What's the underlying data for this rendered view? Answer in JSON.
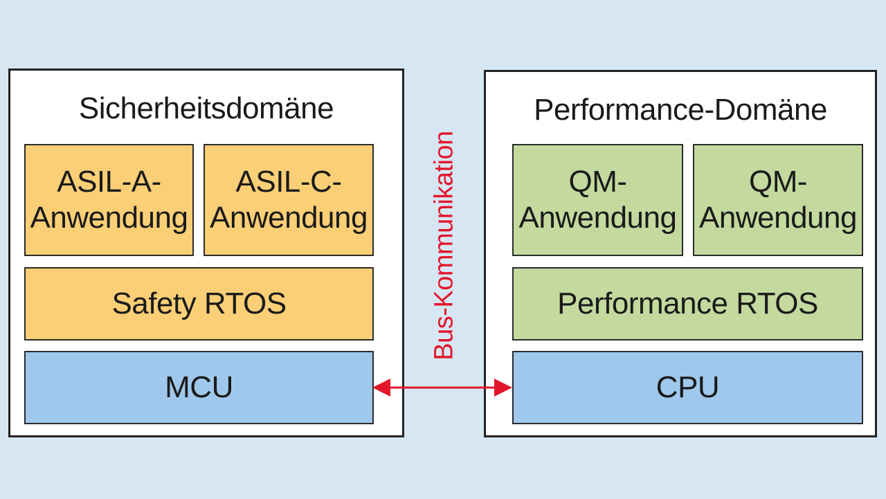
{
  "safety_domain": {
    "title": "Sicherheitsdomäne",
    "app_a": [
      "ASIL-A-",
      "Anwendung"
    ],
    "app_c": [
      "ASIL-C-",
      "Anwendung"
    ],
    "rtos": "Safety RTOS",
    "hardware": "MCU"
  },
  "performance_domain": {
    "title": "Performance-Domäne",
    "app_1": [
      "QM-",
      "Anwendung"
    ],
    "app_2": [
      "QM-",
      "Anwendung"
    ],
    "rtos": "Performance RTOS",
    "hardware": "CPU"
  },
  "bus": {
    "label": "Bus-Kommunikation",
    "color": "#e3172b"
  },
  "colors": {
    "background": "#d6e7f3",
    "safety_layer": "#fbcf76",
    "performance_layer": "#c3d99e",
    "hardware_layer": "#9fc8ec"
  }
}
